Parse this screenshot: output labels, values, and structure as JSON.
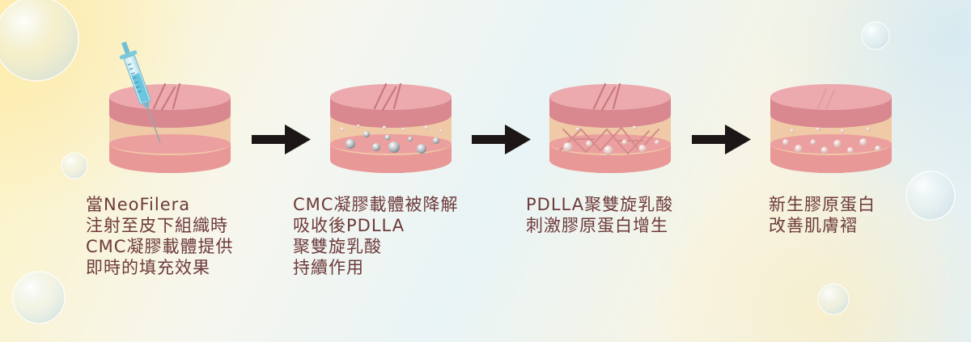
{
  "steps": [
    {
      "name": "step1",
      "lines": [
        "當NeoFilera",
        "注射至皮下組織時",
        "CMC凝膠載體提供",
        "即時的填充效果"
      ]
    },
    {
      "name": "step2",
      "lines": [
        "CMC凝膠載體被降解",
        "吸收後PDLLA",
        "聚雙旋乳酸",
        "持續作用"
      ]
    },
    {
      "name": "step3",
      "lines": [
        "PDLLA聚雙旋乳酸",
        "刺激膠原蛋白增生"
      ]
    },
    {
      "name": "step4",
      "lines": [
        "新生膠原蛋白",
        "改善肌膚褶"
      ]
    }
  ],
  "colors": {
    "text": "#6d3a3a",
    "skin_top": "#ecaaaf",
    "skin_edge": "#c7777d",
    "dermis": "#f0c9a6",
    "subcutis": "#e99898",
    "arrow": "#1c1616",
    "syringe": "#8fd2e4"
  }
}
